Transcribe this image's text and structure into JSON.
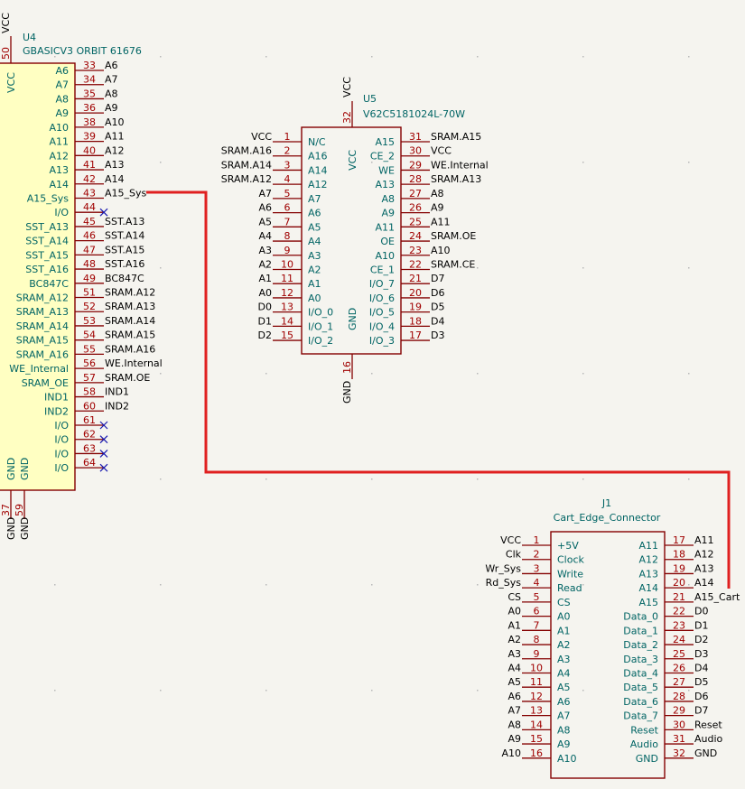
{
  "colors": {
    "background": "#f5f4ef",
    "body_fill": "#ffffc2",
    "pin": "#840000",
    "pin_number": "#a00000",
    "pin_name": "#006464",
    "wire": "#e02020",
    "no_connect": "#1a1ab0"
  },
  "u4": {
    "ref": "U4",
    "value": "GBASICV3 ORBIT 61676",
    "top_pin": {
      "num": "50",
      "net": "VCC",
      "name": "VCC"
    },
    "bottom_pins": [
      {
        "num": "37",
        "net": "GND",
        "name": "GND"
      },
      {
        "num": "59",
        "net": "GND",
        "name": "GND"
      }
    ],
    "right_pins": [
      {
        "num": "33",
        "name": "A6",
        "net": "A6"
      },
      {
        "num": "34",
        "name": "A7",
        "net": "A7"
      },
      {
        "num": "35",
        "name": "A8",
        "net": "A8"
      },
      {
        "num": "36",
        "name": "A9",
        "net": "A9"
      },
      {
        "num": "38",
        "name": "A10",
        "net": "A10"
      },
      {
        "num": "39",
        "name": "A11",
        "net": "A11"
      },
      {
        "num": "40",
        "name": "A12",
        "net": "A12"
      },
      {
        "num": "41",
        "name": "A13",
        "net": "A13"
      },
      {
        "num": "42",
        "name": "A14",
        "net": "A14"
      },
      {
        "num": "43",
        "name": "A15_Sys",
        "net": "A15_Sys"
      },
      {
        "num": "44",
        "name": "I/O",
        "net": "",
        "nc": true
      },
      {
        "num": "45",
        "name": "SST_A13",
        "net": "SST.A13"
      },
      {
        "num": "46",
        "name": "SST_A14",
        "net": "SST.A14"
      },
      {
        "num": "47",
        "name": "SST_A15",
        "net": "SST.A15"
      },
      {
        "num": "48",
        "name": "SST_A16",
        "net": "SST.A16"
      },
      {
        "num": "49",
        "name": "BC847C",
        "net": "BC847C"
      },
      {
        "num": "51",
        "name": "SRAM_A12",
        "net": "SRAM.A12"
      },
      {
        "num": "52",
        "name": "SRAM_A13",
        "net": "SRAM.A13"
      },
      {
        "num": "53",
        "name": "SRAM_A14",
        "net": "SRAM.A14"
      },
      {
        "num": "54",
        "name": "SRAM_A15",
        "net": "SRAM.A15"
      },
      {
        "num": "55",
        "name": "SRAM_A16",
        "net": "SRAM.A16"
      },
      {
        "num": "56",
        "name": "WE_Internal",
        "net": "WE.Internal"
      },
      {
        "num": "57",
        "name": "SRAM_OE",
        "net": "SRAM.OE"
      },
      {
        "num": "58",
        "name": "IND1",
        "net": "IND1"
      },
      {
        "num": "60",
        "name": "IND2",
        "net": "IND2"
      },
      {
        "num": "61",
        "name": "I/O",
        "net": "",
        "nc": true
      },
      {
        "num": "62",
        "name": "I/O",
        "net": "",
        "nc": true
      },
      {
        "num": "63",
        "name": "I/O",
        "net": "",
        "nc": true
      },
      {
        "num": "64",
        "name": "I/O",
        "net": "",
        "nc": true
      }
    ]
  },
  "u5": {
    "ref": "U5",
    "value": "V62C5181024L-70W",
    "top_pin": {
      "num": "32",
      "net": "VCC",
      "name": "VCC"
    },
    "bottom_pin": {
      "num": "16",
      "net": "GND",
      "name": "GND"
    },
    "left_pins": [
      {
        "num": "1",
        "name": "N/C",
        "net": "VCC"
      },
      {
        "num": "2",
        "name": "A16",
        "net": "SRAM.A16"
      },
      {
        "num": "3",
        "name": "A14",
        "net": "SRAM.A14"
      },
      {
        "num": "4",
        "name": "A12",
        "net": "SRAM.A12"
      },
      {
        "num": "5",
        "name": "A7",
        "net": "A7"
      },
      {
        "num": "6",
        "name": "A6",
        "net": "A6"
      },
      {
        "num": "7",
        "name": "A5",
        "net": "A5"
      },
      {
        "num": "8",
        "name": "A4",
        "net": "A4"
      },
      {
        "num": "9",
        "name": "A3",
        "net": "A3"
      },
      {
        "num": "10",
        "name": "A2",
        "net": "A2"
      },
      {
        "num": "11",
        "name": "A1",
        "net": "A1"
      },
      {
        "num": "12",
        "name": "A0",
        "net": "A0"
      },
      {
        "num": "13",
        "name": "I/O_0",
        "net": "D0"
      },
      {
        "num": "14",
        "name": "I/O_1",
        "net": "D1"
      },
      {
        "num": "15",
        "name": "I/O_2",
        "net": "D2"
      }
    ],
    "right_pins": [
      {
        "num": "31",
        "name": "A15",
        "net": "SRAM.A15"
      },
      {
        "num": "30",
        "name": "CE_2",
        "net": "VCC"
      },
      {
        "num": "29",
        "name": "WE",
        "net": "WE.Internal"
      },
      {
        "num": "28",
        "name": "A13",
        "net": "SRAM.A13"
      },
      {
        "num": "27",
        "name": "A8",
        "net": "A8"
      },
      {
        "num": "26",
        "name": "A9",
        "net": "A9"
      },
      {
        "num": "25",
        "name": "A11",
        "net": "A11"
      },
      {
        "num": "24",
        "name": "OE",
        "net": "SRAM.OE"
      },
      {
        "num": "23",
        "name": "A10",
        "net": "A10"
      },
      {
        "num": "22",
        "name": "CE_1",
        "net": "SRAM.CE"
      },
      {
        "num": "21",
        "name": "I/O_7",
        "net": "D7"
      },
      {
        "num": "20",
        "name": "I/O_6",
        "net": "D6"
      },
      {
        "num": "19",
        "name": "I/O_5",
        "net": "D5"
      },
      {
        "num": "18",
        "name": "I/O_4",
        "net": "D4"
      },
      {
        "num": "17",
        "name": "I/O_3",
        "net": "D3"
      }
    ]
  },
  "j1": {
    "ref": "J1",
    "value": "Cart_Edge_Connector",
    "left_pins": [
      {
        "num": "1",
        "name": "+5V",
        "net": "VCC"
      },
      {
        "num": "2",
        "name": "Clock",
        "net": "Clk"
      },
      {
        "num": "3",
        "name": "Write",
        "net": "Wr_Sys"
      },
      {
        "num": "4",
        "name": "Read",
        "net": "Rd_Sys"
      },
      {
        "num": "5",
        "name": "CS",
        "net": "CS"
      },
      {
        "num": "6",
        "name": "A0",
        "net": "A0"
      },
      {
        "num": "7",
        "name": "A1",
        "net": "A1"
      },
      {
        "num": "8",
        "name": "A2",
        "net": "A2"
      },
      {
        "num": "9",
        "name": "A3",
        "net": "A3"
      },
      {
        "num": "10",
        "name": "A4",
        "net": "A4"
      },
      {
        "num": "11",
        "name": "A5",
        "net": "A5"
      },
      {
        "num": "12",
        "name": "A6",
        "net": "A6"
      },
      {
        "num": "13",
        "name": "A7",
        "net": "A7"
      },
      {
        "num": "14",
        "name": "A8",
        "net": "A8"
      },
      {
        "num": "15",
        "name": "A9",
        "net": "A9"
      },
      {
        "num": "16",
        "name": "A10",
        "net": "A10"
      }
    ],
    "right_pins": [
      {
        "num": "17",
        "name": "A11",
        "net": "A11"
      },
      {
        "num": "18",
        "name": "A12",
        "net": "A12"
      },
      {
        "num": "19",
        "name": "A13",
        "net": "A13"
      },
      {
        "num": "20",
        "name": "A14",
        "net": "A14"
      },
      {
        "num": "21",
        "name": "A15",
        "net": "A15_Cart"
      },
      {
        "num": "22",
        "name": "Data_0",
        "net": "D0"
      },
      {
        "num": "23",
        "name": "Data_1",
        "net": "D1"
      },
      {
        "num": "24",
        "name": "Data_2",
        "net": "D2"
      },
      {
        "num": "25",
        "name": "Data_3",
        "net": "D3"
      },
      {
        "num": "26",
        "name": "Data_4",
        "net": "D4"
      },
      {
        "num": "27",
        "name": "Data_5",
        "net": "D5"
      },
      {
        "num": "28",
        "name": "Data_6",
        "net": "D6"
      },
      {
        "num": "29",
        "name": "Data_7",
        "net": "D7"
      },
      {
        "num": "30",
        "name": "Reset",
        "net": "Reset"
      },
      {
        "num": "31",
        "name": "Audio",
        "net": "Audio"
      },
      {
        "num": "32",
        "name": "GND",
        "net": "GND"
      }
    ]
  }
}
